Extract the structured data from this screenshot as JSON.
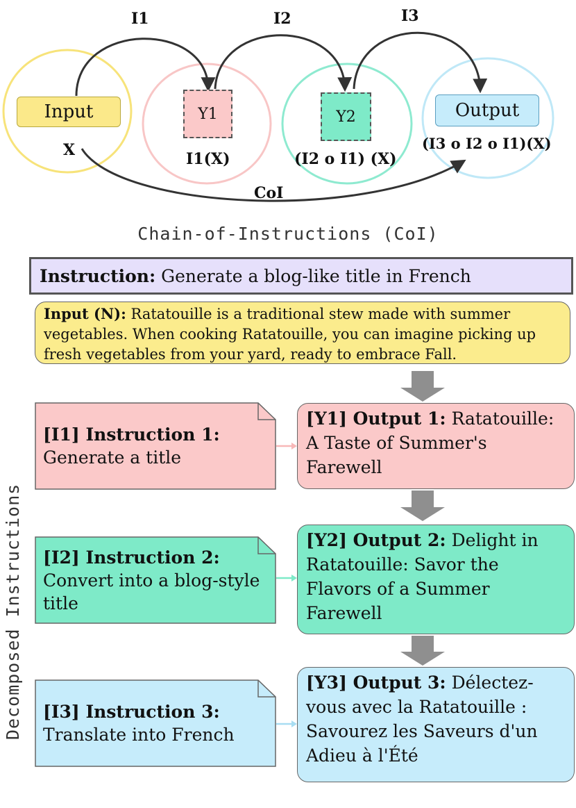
{
  "top": {
    "input_label": "Input",
    "y1_label": "Y1",
    "y2_label": "Y2",
    "output_label": "Output",
    "arc_i1": "I1",
    "arc_i2": "I2",
    "arc_i3": "I3",
    "x_label": "X",
    "y1_expr": "I1(X)",
    "y2_expr": "(I2 o I1) (X)",
    "out_expr": "(I3 o I2 o I1)(X)",
    "coi_arc": "CoI",
    "caption": "Chain-of-Instructions (CoI)"
  },
  "instruction": {
    "prefix": "Instruction:",
    "text": " Generate a blog-like title in French"
  },
  "input": {
    "prefix": "Input (N):",
    "text": " Ratatouille is a traditional stew made with summer vegetables. When cooking Ratatouille, you can imagine picking up fresh vegetables from your yard, ready to embrace Fall."
  },
  "steps": [
    {
      "instr_heading": "[I1] Instruction 1:",
      "instr_text": "Generate a title",
      "out_heading": "[Y1] Output 1:",
      "out_text": " Ratatouille: A Taste of Summer's Farewell"
    },
    {
      "instr_heading": "[I2] Instruction 2:",
      "instr_text": "Convert into a blog-style title",
      "out_heading": "[Y2] Output 2:",
      "out_text": " Delight in Ratatouille: Savor the Flavors of a Summer Farewell"
    },
    {
      "instr_heading": "[I3] Instruction 3:",
      "instr_text": "Translate into French",
      "out_heading": "[Y3] Output 3:",
      "out_text": " Délectez-vous avec la Ratatouille : Savourez les Saveurs d'un Adieu à l'Été"
    }
  ],
  "side_label": "Decomposed Instructions",
  "colors": {
    "yellow": "#fbec8d",
    "pink": "#fbc9c9",
    "green": "#7eeac8",
    "blue": "#c6ecfb",
    "purple": "#e6e0fb",
    "arrow_gray": "#8f8f8f"
  }
}
